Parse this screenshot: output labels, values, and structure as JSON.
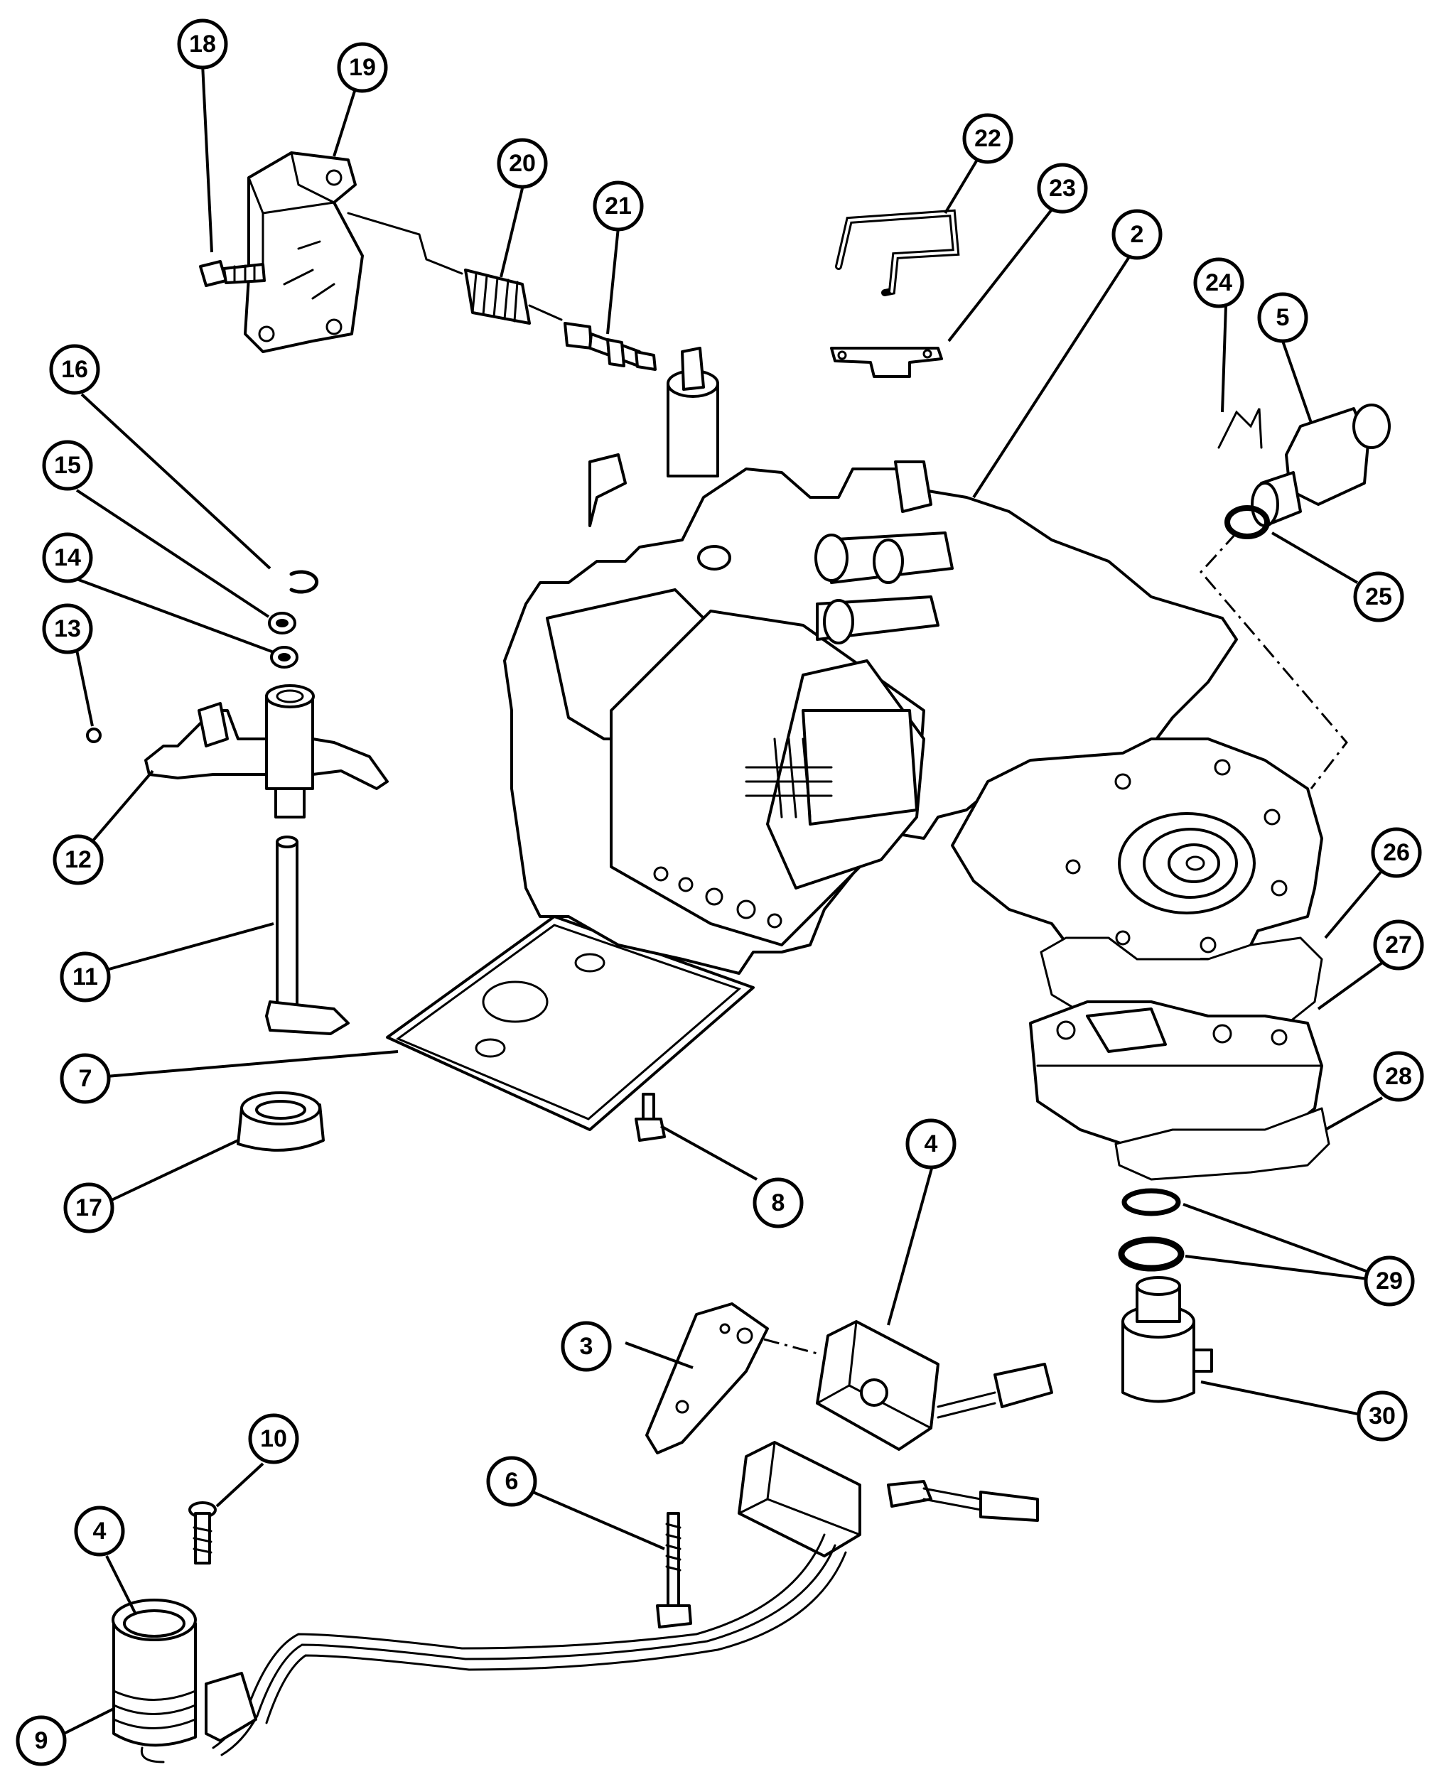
{
  "diagram": {
    "callouts": [
      {
        "id": "c18",
        "label": "18"
      },
      {
        "id": "c19",
        "label": "19"
      },
      {
        "id": "c20",
        "label": "20"
      },
      {
        "id": "c21",
        "label": "21"
      },
      {
        "id": "c22",
        "label": "22"
      },
      {
        "id": "c23",
        "label": "23"
      },
      {
        "id": "c2",
        "label": "2"
      },
      {
        "id": "c24",
        "label": "24"
      },
      {
        "id": "c5",
        "label": "5"
      },
      {
        "id": "c16",
        "label": "16"
      },
      {
        "id": "c15",
        "label": "15"
      },
      {
        "id": "c14",
        "label": "14"
      },
      {
        "id": "c13",
        "label": "13"
      },
      {
        "id": "c25",
        "label": "25"
      },
      {
        "id": "c12",
        "label": "12"
      },
      {
        "id": "c26",
        "label": "26"
      },
      {
        "id": "c27",
        "label": "27"
      },
      {
        "id": "c11",
        "label": "11"
      },
      {
        "id": "c7",
        "label": "7"
      },
      {
        "id": "c28",
        "label": "28"
      },
      {
        "id": "c17",
        "label": "17"
      },
      {
        "id": "c8",
        "label": "8"
      },
      {
        "id": "c4a",
        "label": "4"
      },
      {
        "id": "c29",
        "label": "29"
      },
      {
        "id": "c3",
        "label": "3"
      },
      {
        "id": "c30",
        "label": "30"
      },
      {
        "id": "c10",
        "label": "10"
      },
      {
        "id": "c6",
        "label": "6"
      },
      {
        "id": "c4b",
        "label": "4"
      },
      {
        "id": "c9",
        "label": "9"
      }
    ]
  }
}
